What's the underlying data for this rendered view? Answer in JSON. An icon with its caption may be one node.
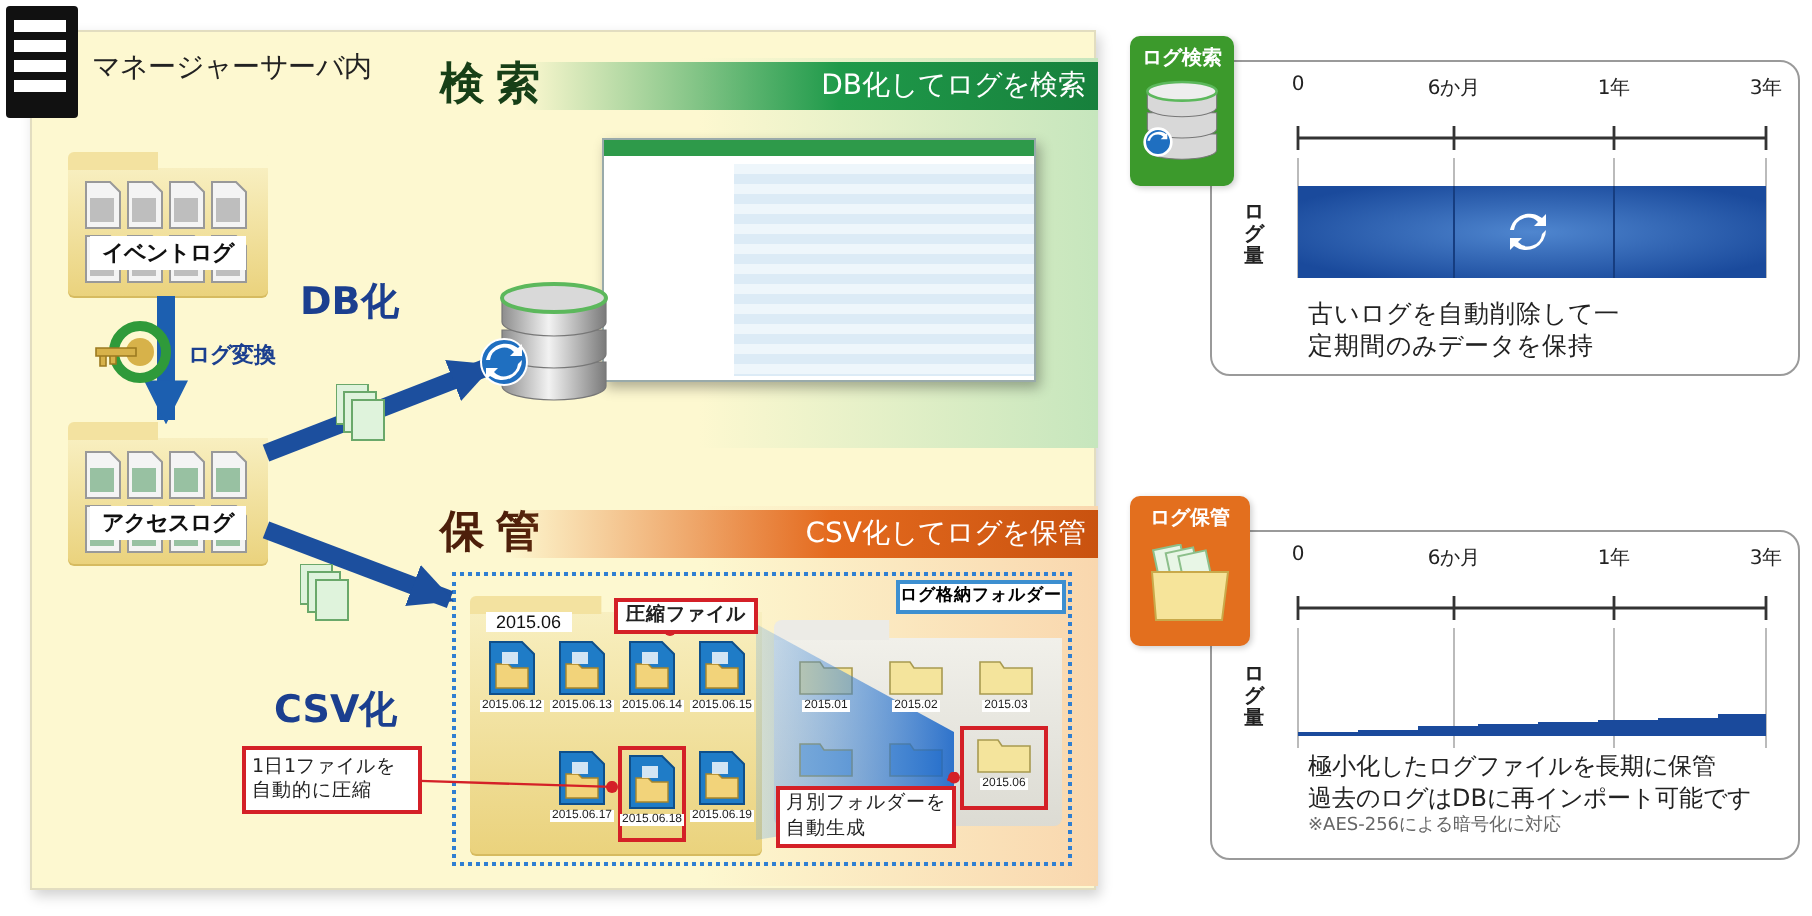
{
  "diagram": {
    "nodes": [
      {
        "text": [
          "マネージャーサーバ内"
        ]
      },
      {
        "text": [
          "イベントログ"
        ],
        "in": 0
      },
      {
        "text": [
          "アクセスログ"
        ],
        "in": 0
      },
      {
        "text": [
          "検索",
          "DB化してログを検索"
        ],
        "in": 0
      },
      {
        "text": [],
        "shape": "cylinder",
        "in": 3
      },
      {
        "text": [
          "保管",
          "CSV化してログを保管"
        ],
        "in": 0
      },
      {
        "text": [],
        "shape": "box",
        "in": 5
      },
      {
        "text": [
          "2015.06"
        ],
        "in": 6
      },
      {
        "text": [
          "2015.06.12"
        ],
        "in": 7
      },
      {
        "text": [
          "2015.06.13"
        ],
        "in": 7
      },
      {
        "text": [
          "2015.06.14"
        ],
        "in": 7
      },
      {
        "text": [
          "2015.06.15"
        ],
        "in": 7
      },
      {
        "text": [
          "2015.06.17"
        ],
        "in": 7
      },
      {
        "text": [
          "2015.06.18"
        ],
        "in": 7
      },
      {
        "text": [
          "2015.06.19"
        ],
        "in": 7
      },
      {
        "text": [
          "圧縮ファイル"
        ],
        "in": 7
      },
      {
        "text": [
          "ログ格納フォルダー"
        ],
        "in": 6
      },
      {
        "text": [
          "2015.01"
        ],
        "in": 16
      },
      {
        "text": [
          "2015.02"
        ],
        "in": 16
      },
      {
        "text": [
          "2015.03"
        ],
        "in": 16
      },
      {
        "text": [],
        "shape": "box",
        "in": 16
      },
      {
        "text": [],
        "shape": "box",
        "in": 16
      },
      {
        "text": [
          "2015.06"
        ],
        "in": 16
      },
      {
        "text": [
          "1日1ファイルを自動的に圧縮"
        ],
        "in": 0
      },
      {
        "text": [
          "月別フォルダーを自動生成"
        ],
        "in": 6
      },
      {
        "text": [
          "ログ検索"
        ]
      },
      {
        "text": [
          "古いログを自動削除して一定期間のみデータを保持"
        ]
      },
      {
        "text": [
          "ログ保管"
        ]
      },
      {
        "text": [
          "極小化したログファイルを長期に保管",
          "過去のログはDBに再インポート可能です",
          "※AES-256による暗号化に対応"
        ]
      }
    ],
    "edges": [
      {
        "from": 1,
        "to": 2,
        "arrow": "to",
        "label": "ログ変換",
        "style": "thick",
        "color": "#1c5fb0"
      },
      {
        "from": 2,
        "to": 4,
        "arrow": "to",
        "label": "DB化",
        "style": "thick",
        "color": "#1c4f9e"
      },
      {
        "from": 2,
        "to": 6,
        "arrow": "to",
        "label": "CSV化",
        "style": "thick",
        "color": "#1c4f9e"
      },
      {
        "from": 15,
        "to": 10,
        "arrow": "other",
        "color": "#d42027"
      },
      {
        "from": 23,
        "to": 13,
        "arrow": "other",
        "color": "#d42027"
      },
      {
        "from": 24,
        "to": 22,
        "arrow": "other",
        "color": "#d42027"
      }
    ],
    "labels": [
      "0",
      "6か月",
      "1年",
      "3年",
      "ログ量",
      "0",
      "6か月",
      "1年",
      "3年",
      "ログ量"
    ]
  }
}
